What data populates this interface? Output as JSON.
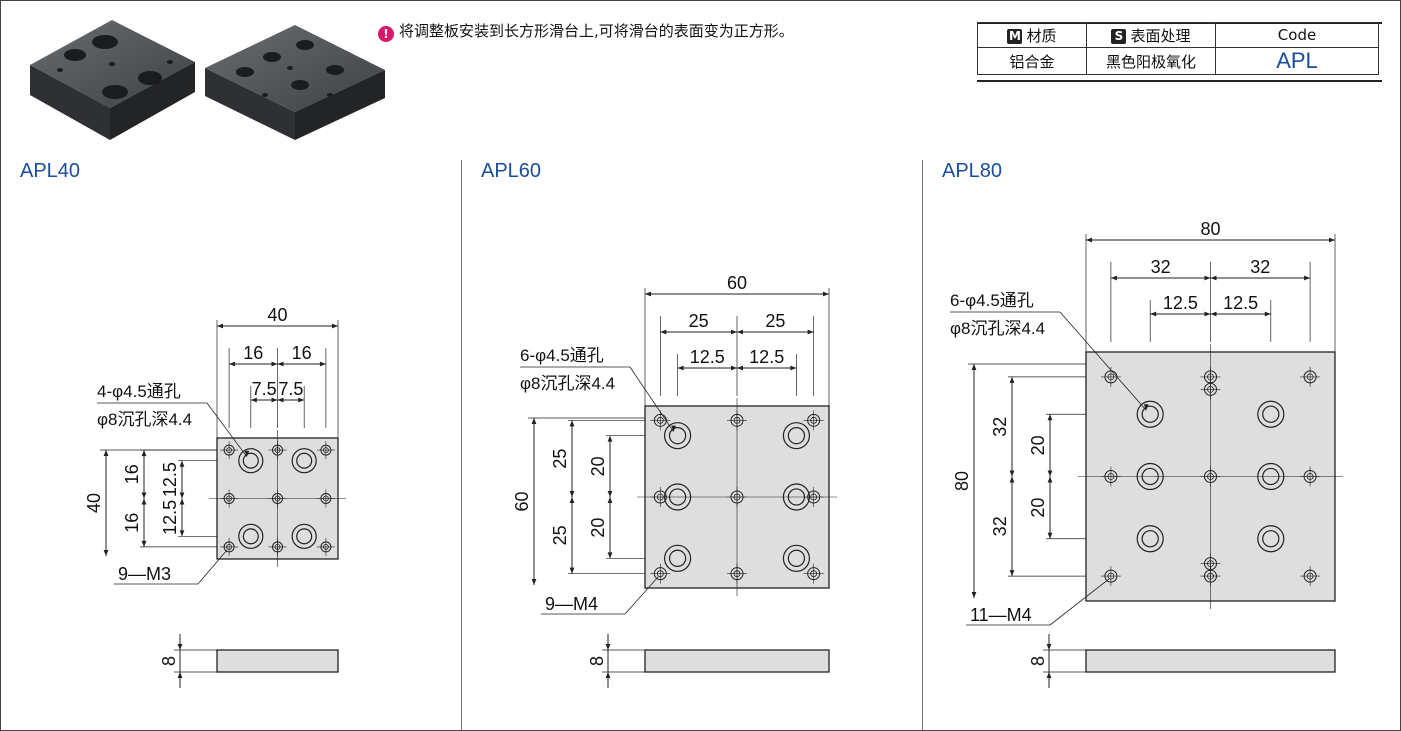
{
  "note": {
    "icon": "exclamation-icon",
    "text": "将调整板安装到长方形滑台上,可将滑台的表面变为正方形。"
  },
  "spec_table": {
    "headers": {
      "material": "材质",
      "material_badge": "M",
      "surface": "表面处理",
      "surface_badge": "S",
      "code": "Code"
    },
    "row": {
      "material": "铝合金",
      "surface": "黑色阳极氧化",
      "code": "APL"
    }
  },
  "colors": {
    "accent": "#1a4d9c",
    "plate": "#dedede",
    "icon": "#d7196b"
  },
  "sections": [
    {
      "title": "APL40",
      "dims": {
        "width": "40",
        "half_a": "16",
        "half_b": "16",
        "inner_a": "7.5",
        "inner_b": "7.5",
        "height": "40",
        "v_a": "16",
        "v_b": "16",
        "v_c": "12.5",
        "v_d": "12.5",
        "thickness": "8"
      },
      "callout_hole": [
        "4-φ4.5通孔",
        "φ8沉孔深4.4"
      ],
      "callout_tap": "9—M3"
    },
    {
      "title": "APL60",
      "dims": {
        "width": "60",
        "half_a": "25",
        "half_b": "25",
        "inner_a": "12.5",
        "inner_b": "12.5",
        "height": "60",
        "v_a": "25",
        "v_b": "25",
        "v_c": "20",
        "v_d": "20",
        "thickness": "8"
      },
      "callout_hole": [
        "6-φ4.5通孔",
        "φ8沉孔深4.4"
      ],
      "callout_tap": "9—M4"
    },
    {
      "title": "APL80",
      "dims": {
        "width": "80",
        "half_a": "32",
        "half_b": "32",
        "inner_a": "12.5",
        "inner_b": "12.5",
        "height": "80",
        "v_a": "32",
        "v_b": "32",
        "v_c": "20",
        "v_d": "20",
        "thickness": "8"
      },
      "callout_hole": [
        "6-φ4.5通孔",
        "φ8沉孔深4.4"
      ],
      "callout_tap": "11—M4"
    }
  ]
}
